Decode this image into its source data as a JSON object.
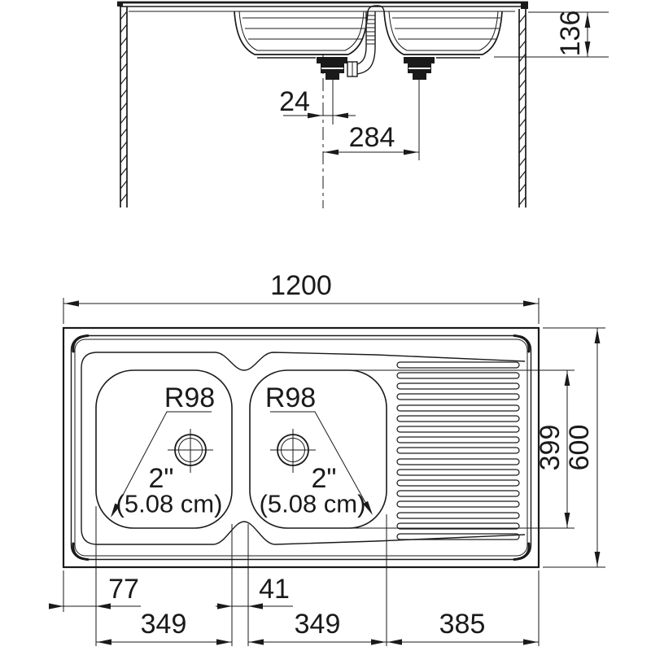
{
  "drawing": {
    "background_color": "#ffffff",
    "line_color": "#1a1a1a",
    "views": {
      "elevation": {
        "description": "front section view of double-bowl sink on cabinet between walls",
        "dimensions": {
          "drain_offset": "24",
          "drain_spacing": "284",
          "bowl_depth": "136"
        }
      },
      "plan": {
        "description": "top view of sink with two bowls and right drainer",
        "dimensions": {
          "overall_width": "1200",
          "overall_depth": "600",
          "bowl_zone_depth": "399",
          "left_margin": "77",
          "bowl1_width": "349",
          "bowl_gap": "41",
          "bowl2_width": "349",
          "drainer_width": "385"
        },
        "bowl1": {
          "corner_radius": "R98",
          "drain_size_in": "2\"",
          "drain_size_cm": "(5.08 cm)"
        },
        "bowl2": {
          "corner_radius": "R98",
          "drain_size_in": "2\"",
          "drain_size_cm": "(5.08 cm)"
        }
      }
    }
  }
}
